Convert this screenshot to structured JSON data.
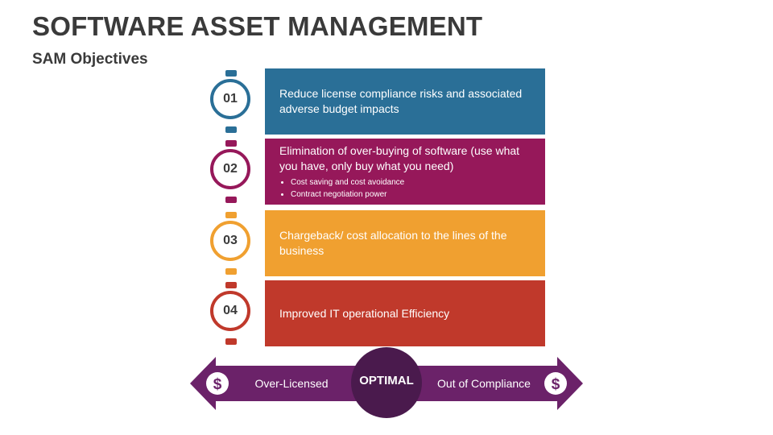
{
  "header": {
    "title": "SOFTWARE ASSET MANAGEMENT",
    "subtitle": "SAM Objectives"
  },
  "objectives": [
    {
      "number": "01",
      "color": "#2a6f97",
      "text": "Reduce license compliance risks and associated adverse budget impacts",
      "bullets": []
    },
    {
      "number": "02",
      "color": "#96185a",
      "text": "Elimination of over-buying of software (use what you have, only buy what you need)",
      "bullets": [
        "Cost saving and cost avoidance",
        "Contract negotiation power"
      ]
    },
    {
      "number": "03",
      "color": "#f0a030",
      "text": "Chargeback/ cost allocation to the lines of the business",
      "bullets": []
    },
    {
      "number": "04",
      "color": "#c0392b",
      "text": "Improved IT operational Efficiency",
      "bullets": []
    }
  ],
  "balance": {
    "left_label": "Over-Licensed",
    "center_label": "OPTIMAL",
    "right_label": "Out of Compliance",
    "icon_symbol": "$",
    "arrow_color": "#6b2269",
    "center_color": "#4a1a4d"
  }
}
